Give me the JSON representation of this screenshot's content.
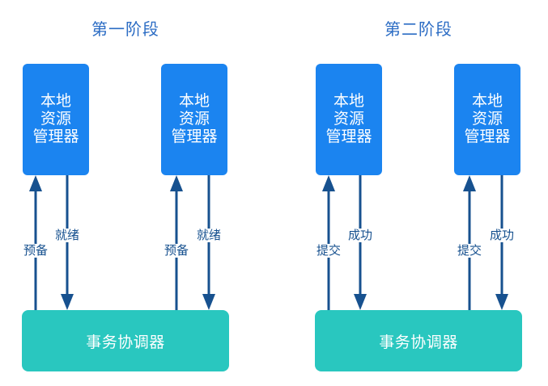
{
  "diagram": {
    "colors": {
      "background": "#ffffff",
      "manager_fill": "#1b84f0",
      "coordinator_fill": "#29c7bf",
      "arrow": "#17518f",
      "title_text": "#2b6cc4",
      "box_text": "#ffffff"
    },
    "phases": [
      {
        "title": "第一阶段",
        "manager_left": "本地\n资源\n管理器",
        "manager_right": "本地\n资源\n管理器",
        "coordinator": "事务协调器",
        "left_flow": {
          "request": "预备",
          "response": "就绪"
        },
        "right_flow": {
          "request": "预备",
          "response": "就绪"
        }
      },
      {
        "title": "第二阶段",
        "manager_left": "本地\n资源\n管理器",
        "manager_right": "本地\n资源\n管理器",
        "coordinator": "事务协调器",
        "left_flow": {
          "request": "提交",
          "response": "成功"
        },
        "right_flow": {
          "request": "提交",
          "response": "成功"
        }
      }
    ]
  }
}
